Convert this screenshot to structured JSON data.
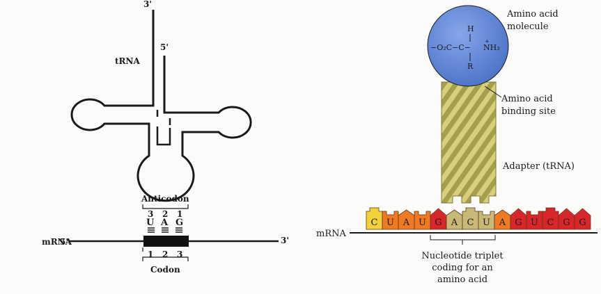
{
  "left_panel": {
    "trna_label": "tRNA",
    "three_prime_top": "3'",
    "five_prime_top": "5'",
    "anticodon_label": "Anticodon",
    "anticodon_positions": [
      "3",
      "2",
      "1"
    ],
    "anticodon_bases": [
      "U",
      "A",
      "G"
    ],
    "codon_positions": [
      "1",
      "2",
      "3"
    ],
    "codon_label": "Codon",
    "mrna_label": "mRNA",
    "mrna_five_prime": "5'",
    "mrna_three_prime": "3'"
  },
  "right_panel": {
    "amino_acid_label_line1": "Amino acid",
    "amino_acid_label_line2": "molecule",
    "formula_left": "−O₂C−C−",
    "formula_h": "H",
    "formula_r": "R",
    "formula_nh3": "NH₃",
    "formula_plus": "+",
    "binding_site_line1": "Amino acid",
    "binding_site_line2": "binding site",
    "adapter_label": "Adapter (tRNA)",
    "mrna_label": "mRNA",
    "nucleotides": [
      "C",
      "U",
      "A",
      "U",
      "G",
      "A",
      "C",
      "U",
      "A",
      "G",
      "U",
      "C",
      "G",
      "G"
    ],
    "triplet_line1": "Nucleotide triplet",
    "triplet_line2": "coding for an",
    "triplet_line3": "amino acid"
  },
  "colors": {
    "ink": "#1a1a1a",
    "sphere": "#5f84d6",
    "adapter_light": "#d9cf7a",
    "adapter_dark": "#8e8a3a",
    "nt_yellow": "#f2d23a",
    "nt_orange": "#ef7a22",
    "nt_tan": "#c8b977",
    "nt_red": "#d9262b"
  }
}
